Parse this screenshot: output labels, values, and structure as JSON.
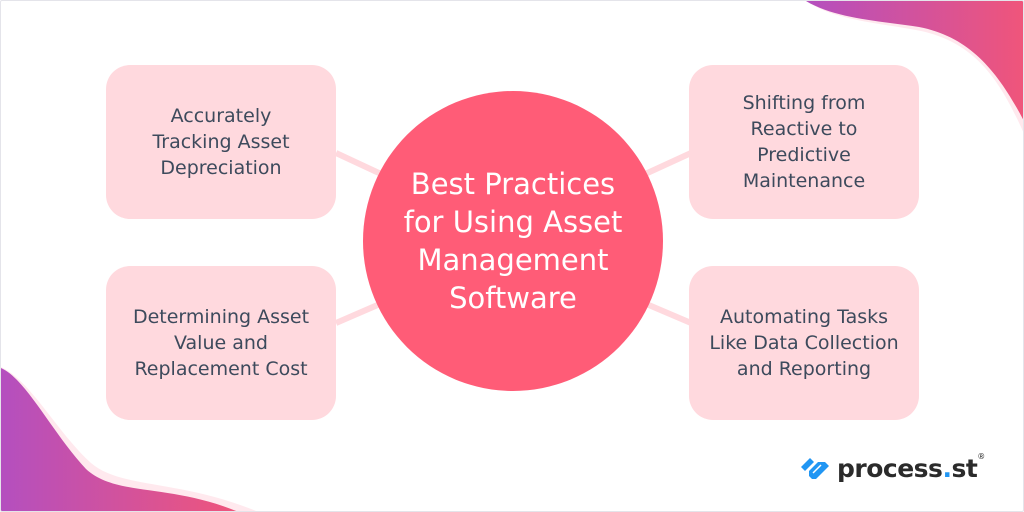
{
  "diagram": {
    "center": {
      "lines": [
        "Best Practices",
        "for Using Asset",
        "Management",
        "Software"
      ]
    },
    "nodes": [
      {
        "position": "top-left",
        "lines": [
          "Accurately",
          "Tracking Asset",
          "Depreciation"
        ]
      },
      {
        "position": "bottom-left",
        "lines": [
          "Determining Asset",
          "Value and",
          "Replacement Cost"
        ]
      },
      {
        "position": "top-right",
        "lines": [
          "Shifting from",
          "Reactive to",
          "Predictive",
          "Maintenance"
        ]
      },
      {
        "position": "bottom-right",
        "lines": [
          "Automating Tasks",
          "Like Data Collection",
          "and Reporting"
        ]
      }
    ]
  },
  "brand": {
    "name_main": "process",
    "name_dot": ".",
    "name_suffix": "st",
    "registered": "®"
  },
  "colors": {
    "center_fill": "#ff5c77",
    "node_fill": "#ffd9de",
    "node_text": "#3d4a5c",
    "connector": "#ffd9de",
    "wave_start": "#b44fbf",
    "wave_end": "#f0557a",
    "logo_blue": "#2196f3"
  }
}
